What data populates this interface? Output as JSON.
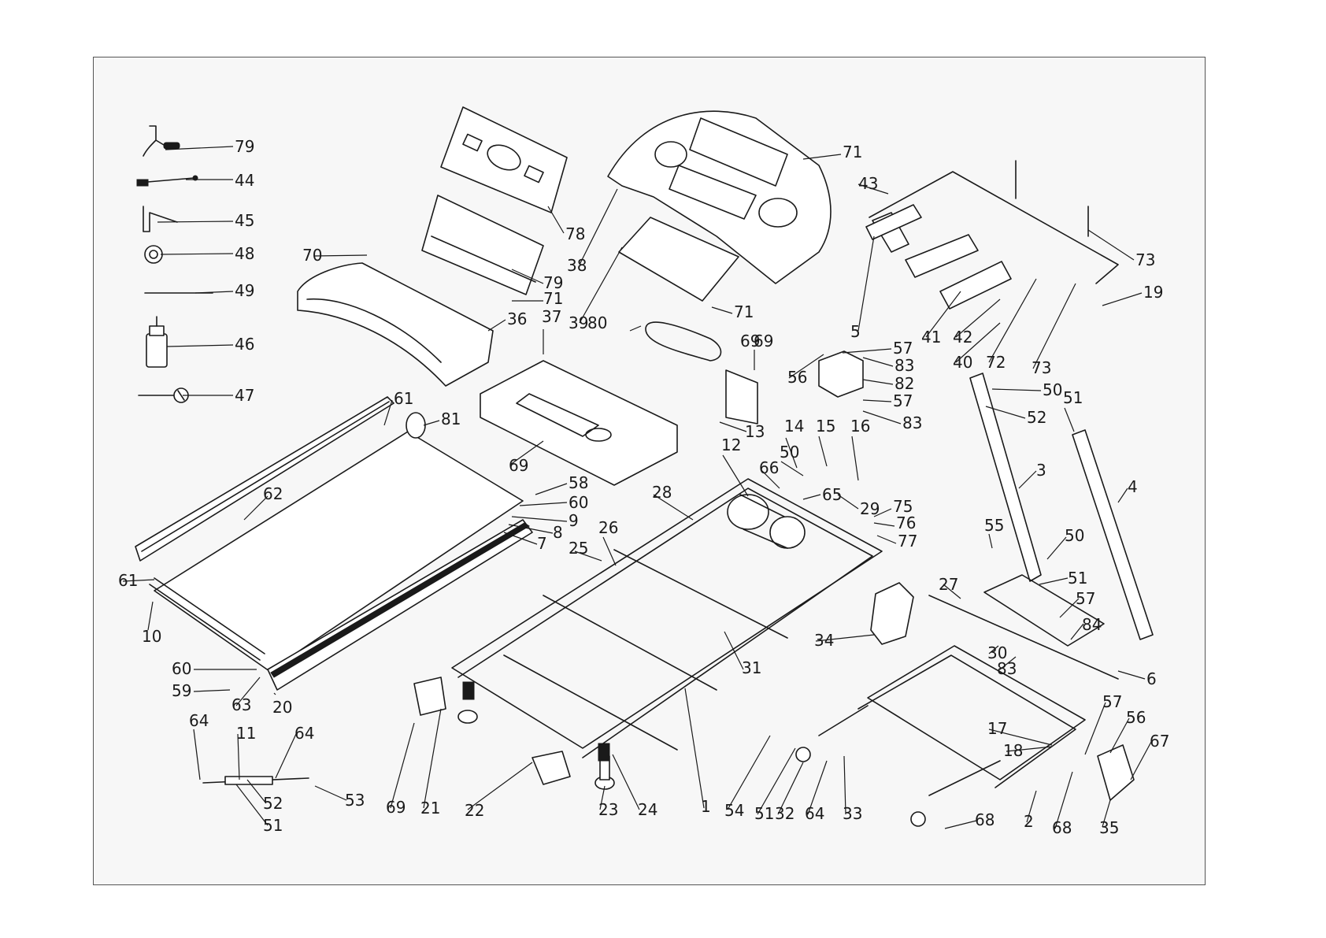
{
  "diagram": {
    "labels": [
      "79",
      "44",
      "45",
      "48",
      "49",
      "46",
      "47",
      "70",
      "78",
      "38",
      "79",
      "71",
      "36",
      "37",
      "39",
      "80",
      "71",
      "71",
      "43",
      "5",
      "41",
      "42",
      "40",
      "72",
      "73",
      "73",
      "19",
      "69",
      "69",
      "69",
      "57",
      "83",
      "82",
      "57",
      "83",
      "56",
      "50",
      "52",
      "51",
      "3",
      "4",
      "61",
      "81",
      "62",
      "58",
      "60",
      "9",
      "8",
      "7",
      "61",
      "10",
      "60",
      "59",
      "63",
      "20",
      "13",
      "12",
      "14",
      "15",
      "16",
      "50",
      "66",
      "65",
      "29",
      "75",
      "76",
      "77",
      "28",
      "26",
      "25",
      "31",
      "1",
      "55",
      "50",
      "51",
      "27",
      "57",
      "84",
      "30",
      "83",
      "6",
      "34",
      "64",
      "11",
      "64",
      "52",
      "51",
      "53",
      "69",
      "21",
      "22",
      "23",
      "24",
      "54",
      "51",
      "32",
      "64",
      "33",
      "17",
      "18",
      "57",
      "56",
      "67",
      "35",
      "68",
      "2",
      "68"
    ]
  }
}
